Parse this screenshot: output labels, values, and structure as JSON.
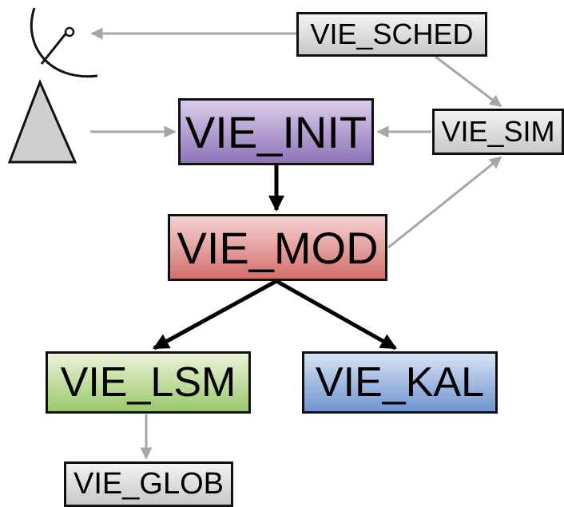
{
  "nodes": {
    "sched": "VIE_SCHED",
    "sim": "VIE_SIM",
    "init": "VIE_INIT",
    "mod": "VIE_MOD",
    "lsm": "VIE_LSM",
    "kal": "VIE_KAL",
    "glob": "VIE_GLOB"
  },
  "colors": {
    "gray_arrow": "#a6a6a6",
    "black_arrow": "#000000",
    "init_fill": "#8e74b7",
    "mod_fill": "#d26e6c",
    "lsm_fill": "#9bc86b",
    "kal_fill": "#6f95cf",
    "small_box_fill": "#d9d9d9"
  },
  "icons": {
    "antenna": "radio-telescope-icon"
  }
}
